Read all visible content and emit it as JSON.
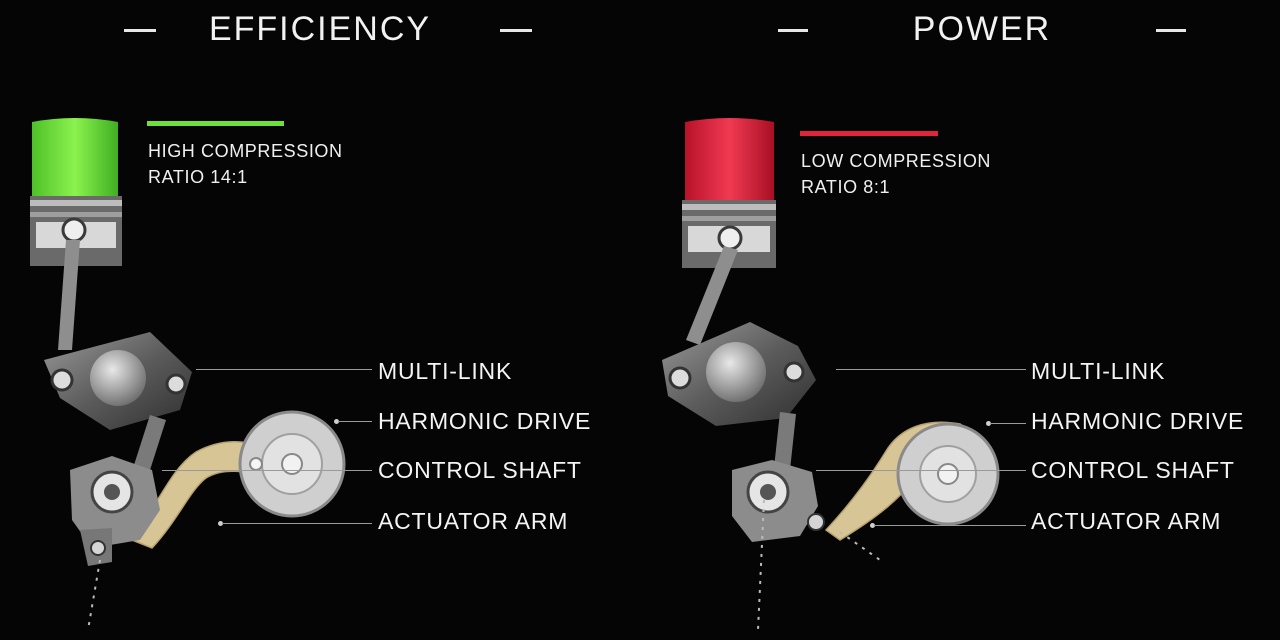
{
  "colors": {
    "efficiency_accent": "#6fe03a",
    "power_accent": "#e0243c",
    "background": "#050505"
  },
  "panels": [
    {
      "title": "EFFICIENCY",
      "ratio_line1": "HIGH COMPRESSION",
      "ratio_line2": "RATIO 14:1",
      "labels": {
        "multi_link": "MULTI-LINK",
        "harmonic_drive": "HARMONIC DRIVE",
        "control_shaft": "CONTROL SHAFT",
        "actuator_arm": "ACTUATOR ARM"
      }
    },
    {
      "title": "POWER",
      "ratio_line1": "LOW COMPRESSION",
      "ratio_line2": "RATIO 8:1",
      "labels": {
        "multi_link": "MULTI-LINK",
        "harmonic_drive": "HARMONIC DRIVE",
        "control_shaft": "CONTROL SHAFT",
        "actuator_arm": "ACTUATOR ARM"
      }
    }
  ]
}
